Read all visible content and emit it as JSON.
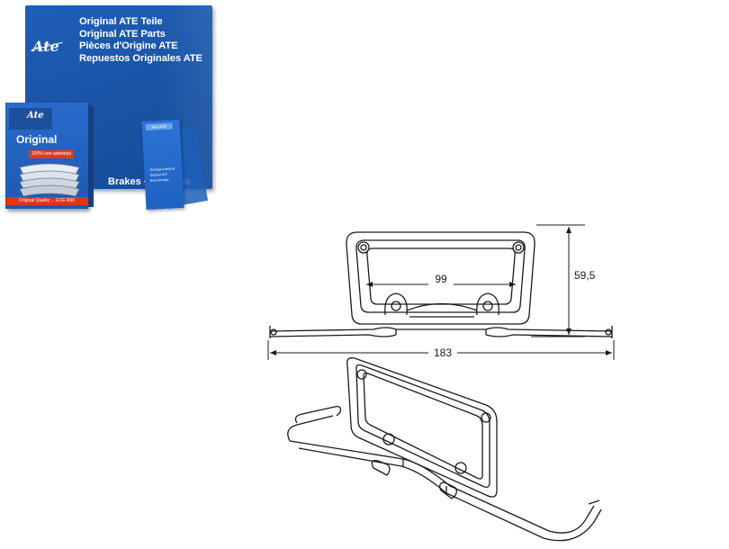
{
  "package": {
    "brand_logo": "Ate",
    "title_lines": [
      "Original ATE Teile",
      "Original ATE Parts",
      "Pièces d'Origine ATE",
      "Repuestos Originales ATE"
    ],
    "footer_text": "Brakes • Frei... os",
    "small_box": {
      "logo": "Ate",
      "label": "Original",
      "badge": "100% non asbestos",
      "quality": "Original Quality ... ECE R90"
    },
    "leaflet": {
      "header": "ABS ATE",
      "lines": [
        "Montageanleitung",
        "Original ATE",
        "Bremsbeläge"
      ]
    },
    "colors": {
      "brand_blue": "#1a55a8",
      "accent_red": "#e63a1e"
    }
  },
  "dimensions": {
    "inner_width": "99",
    "height": "59,5",
    "overall_width": "183"
  }
}
